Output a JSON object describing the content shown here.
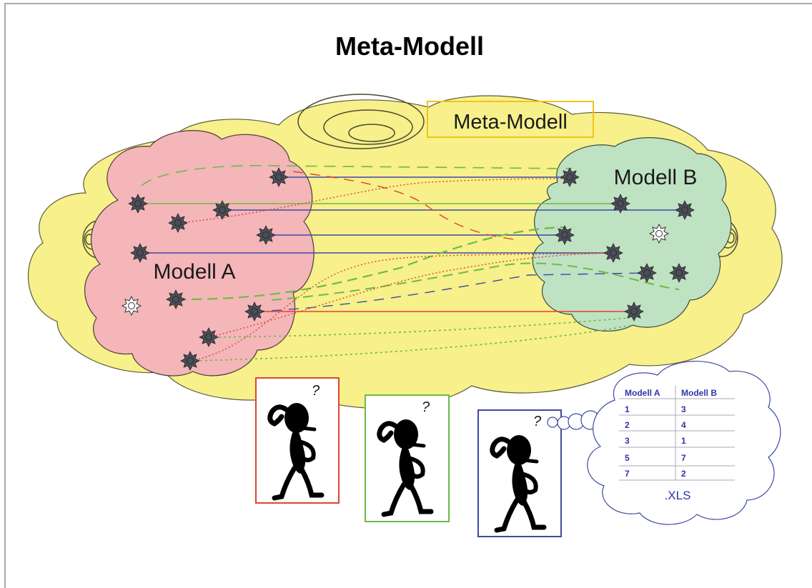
{
  "title": "Meta-Modell",
  "meta_model_label": "Meta-Modell",
  "model_a_label": "Modell A",
  "model_b_label": "Modell B",
  "thought_cloud": {
    "headers": [
      "Modell A",
      "Modell B"
    ],
    "rows": [
      [
        "1",
        "3"
      ],
      [
        "2",
        "4"
      ],
      [
        "3",
        "1"
      ],
      [
        "5",
        "7"
      ],
      [
        "7",
        "2"
      ]
    ],
    "caption": ".XLS"
  },
  "people": [
    {
      "frame_color": "#e0432f",
      "icon": "thinking-person-icon",
      "question_mark": "?"
    },
    {
      "frame_color": "#6dbb45",
      "icon": "thinking-person-icon",
      "question_mark": "?"
    },
    {
      "frame_color": "#3d4aa3",
      "icon": "thinking-person-icon",
      "question_mark": "?"
    }
  ],
  "colors": {
    "meta_cloud": "#f7f08b",
    "model_a_cloud": "#f4b6b9",
    "model_b_cloud": "#bfe2c3",
    "meta_label_border": "#f0c419",
    "link_blue": "#3d4aa3",
    "link_green": "#6dbb45",
    "link_red": "#e0432f"
  }
}
